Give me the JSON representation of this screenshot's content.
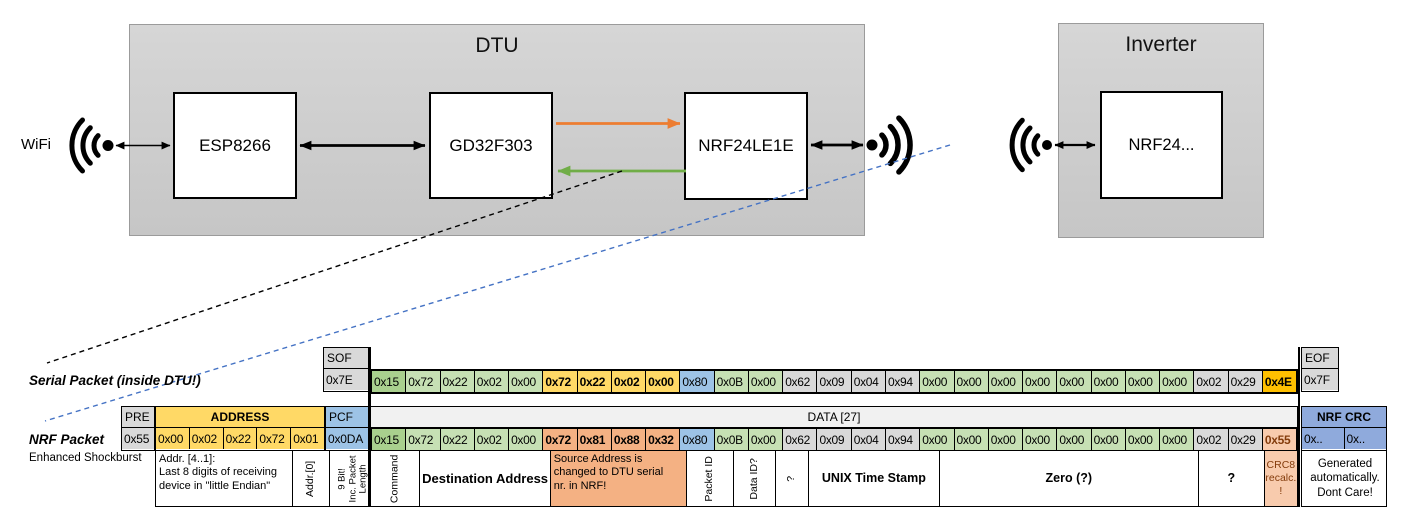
{
  "palette": {
    "gray": "#D9D9D9",
    "green_light": "#C6E0B4",
    "green_mid": "#A9D08E",
    "yellow": "#FFD966",
    "gold": "#FFC000",
    "blue": "#9DC3E6",
    "blue_dark": "#8FAADC",
    "orange": "#F4B183",
    "orange_light": "#F8CBAD",
    "data_header_bg": "#F1F1F1",
    "dark_red": "#843C0C",
    "arrow_orange": "#ED7D31",
    "arrow_green": "#70AD47",
    "dash_blue": "#4472C4"
  },
  "diagram": {
    "wifi_label": "WiFi",
    "dtu": {
      "title": "DTU",
      "components": [
        "ESP8266",
        "GD32F303",
        "NRF24LE1E"
      ]
    },
    "inverter": {
      "title": "Inverter",
      "component": "NRF24..."
    }
  },
  "serial_packet": {
    "label": "Serial Packet (inside DTU!)",
    "sof": {
      "header": "SOF",
      "value": "0x7E"
    },
    "eof": {
      "header": "EOF",
      "value": "0x7F"
    },
    "bytes": [
      {
        "v": "0x15",
        "c": "green_mid"
      },
      {
        "v": "0x72",
        "c": "green_light"
      },
      {
        "v": "0x22",
        "c": "green_light"
      },
      {
        "v": "0x02",
        "c": "green_light"
      },
      {
        "v": "0x00",
        "c": "green_light"
      },
      {
        "v": "0x72",
        "c": "yellow",
        "bold": true
      },
      {
        "v": "0x22",
        "c": "yellow",
        "bold": true
      },
      {
        "v": "0x02",
        "c": "yellow",
        "bold": true
      },
      {
        "v": "0x00",
        "c": "yellow",
        "bold": true
      },
      {
        "v": "0x80",
        "c": "blue"
      },
      {
        "v": "0x0B",
        "c": "green_light"
      },
      {
        "v": "0x00",
        "c": "green_light"
      },
      {
        "v": "0x62",
        "c": "gray"
      },
      {
        "v": "0x09",
        "c": "gray"
      },
      {
        "v": "0x04",
        "c": "gray"
      },
      {
        "v": "0x94",
        "c": "gray"
      },
      {
        "v": "0x00",
        "c": "green_light"
      },
      {
        "v": "0x00",
        "c": "green_light"
      },
      {
        "v": "0x00",
        "c": "green_light"
      },
      {
        "v": "0x00",
        "c": "green_light"
      },
      {
        "v": "0x00",
        "c": "green_light"
      },
      {
        "v": "0x00",
        "c": "green_light"
      },
      {
        "v": "0x00",
        "c": "green_light"
      },
      {
        "v": "0x00",
        "c": "green_light"
      },
      {
        "v": "0x02",
        "c": "gray"
      },
      {
        "v": "0x29",
        "c": "gray"
      },
      {
        "v": "0x4E",
        "c": "gold",
        "bold": true
      }
    ]
  },
  "nrf_packet": {
    "label": "NRF Packet",
    "sublabel": "Enhanced Shockburst",
    "pre": {
      "header": "PRE",
      "value": "0x55"
    },
    "address": {
      "header": "ADDRESS",
      "values": [
        "0x00",
        "0x02",
        "0x22",
        "0x72",
        "0x01"
      ]
    },
    "pcf": {
      "header": "PCF",
      "value": "0x0DA"
    },
    "data_header": "DATA [27]",
    "bytes": [
      {
        "v": "0x15",
        "c": "green_mid"
      },
      {
        "v": "0x72",
        "c": "green_light"
      },
      {
        "v": "0x22",
        "c": "green_light"
      },
      {
        "v": "0x02",
        "c": "green_light"
      },
      {
        "v": "0x00",
        "c": "green_light"
      },
      {
        "v": "0x72",
        "c": "orange",
        "bold": true
      },
      {
        "v": "0x81",
        "c": "orange",
        "bold": true
      },
      {
        "v": "0x88",
        "c": "orange",
        "bold": true
      },
      {
        "v": "0x32",
        "c": "orange",
        "bold": true
      },
      {
        "v": "0x80",
        "c": "blue"
      },
      {
        "v": "0x0B",
        "c": "green_light"
      },
      {
        "v": "0x00",
        "c": "green_light"
      },
      {
        "v": "0x62",
        "c": "gray"
      },
      {
        "v": "0x09",
        "c": "gray"
      },
      {
        "v": "0x04",
        "c": "gray"
      },
      {
        "v": "0x94",
        "c": "gray"
      },
      {
        "v": "0x00",
        "c": "green_light"
      },
      {
        "v": "0x00",
        "c": "green_light"
      },
      {
        "v": "0x00",
        "c": "green_light"
      },
      {
        "v": "0x00",
        "c": "green_light"
      },
      {
        "v": "0x00",
        "c": "green_light"
      },
      {
        "v": "0x00",
        "c": "green_light"
      },
      {
        "v": "0x00",
        "c": "green_light"
      },
      {
        "v": "0x00",
        "c": "green_light"
      },
      {
        "v": "0x02",
        "c": "gray"
      },
      {
        "v": "0x29",
        "c": "gray"
      },
      {
        "v": "0x55",
        "c": "orange_light",
        "bold": true,
        "tc": "dark_red"
      }
    ],
    "crc": {
      "header": "NRF CRC",
      "values": [
        "0x..",
        "0x.."
      ]
    }
  },
  "annotations": {
    "left": [
      {
        "w": 136,
        "lines": [
          "Addr. [4..1]:",
          "Last 8 digits of receiving",
          "device in \"little Endian\""
        ],
        "align": "left",
        "size": 11
      },
      {
        "w": 34,
        "rot": true,
        "lines": [
          "Addr.[0]"
        ],
        "size": 10.5
      },
      {
        "w": 45,
        "rot": true,
        "lines": [
          "9 Bit!",
          "Inc. Packet",
          "Length"
        ],
        "size": 9.5
      }
    ],
    "data": [
      {
        "span": 1,
        "rot": true,
        "lines": [
          "Command"
        ],
        "size": 10.5
      },
      {
        "span": 4,
        "lines": [
          "Destination Address"
        ],
        "size": 13,
        "fw": 600
      },
      {
        "span": 4,
        "lines": [
          "Source Address is",
          "changed to DTU serial",
          "nr. in NRF!"
        ],
        "bg": "orange",
        "align": "left",
        "size": 11
      },
      {
        "span": 1,
        "rot": true,
        "lines": [
          "Packet ID"
        ],
        "size": 10.5
      },
      {
        "span": 1,
        "rot": true,
        "lines": [
          "Data ID?"
        ],
        "size": 10.5
      },
      {
        "span": 1,
        "rot": true,
        "lines": [
          "?"
        ],
        "size": 10.5
      },
      {
        "span": 4,
        "lines": [
          "UNIX Time Stamp"
        ],
        "size": 12.5,
        "fw": 600
      },
      {
        "span": 8,
        "lines": [
          "Zero (?)"
        ],
        "size": 12.5,
        "fw": 600
      },
      {
        "span": 2,
        "lines": [
          "?"
        ],
        "size": 12.5,
        "fw": 600
      },
      {
        "span": 1,
        "lines": [
          "CRC8",
          "recalc.",
          "!"
        ],
        "bg": "orange_light",
        "color": "dark_red",
        "size": 10.5
      }
    ],
    "crc": [
      {
        "w": 86,
        "lines": [
          "Generated",
          "automatically.",
          "Dont Care!"
        ],
        "size": 11.5
      }
    ]
  }
}
